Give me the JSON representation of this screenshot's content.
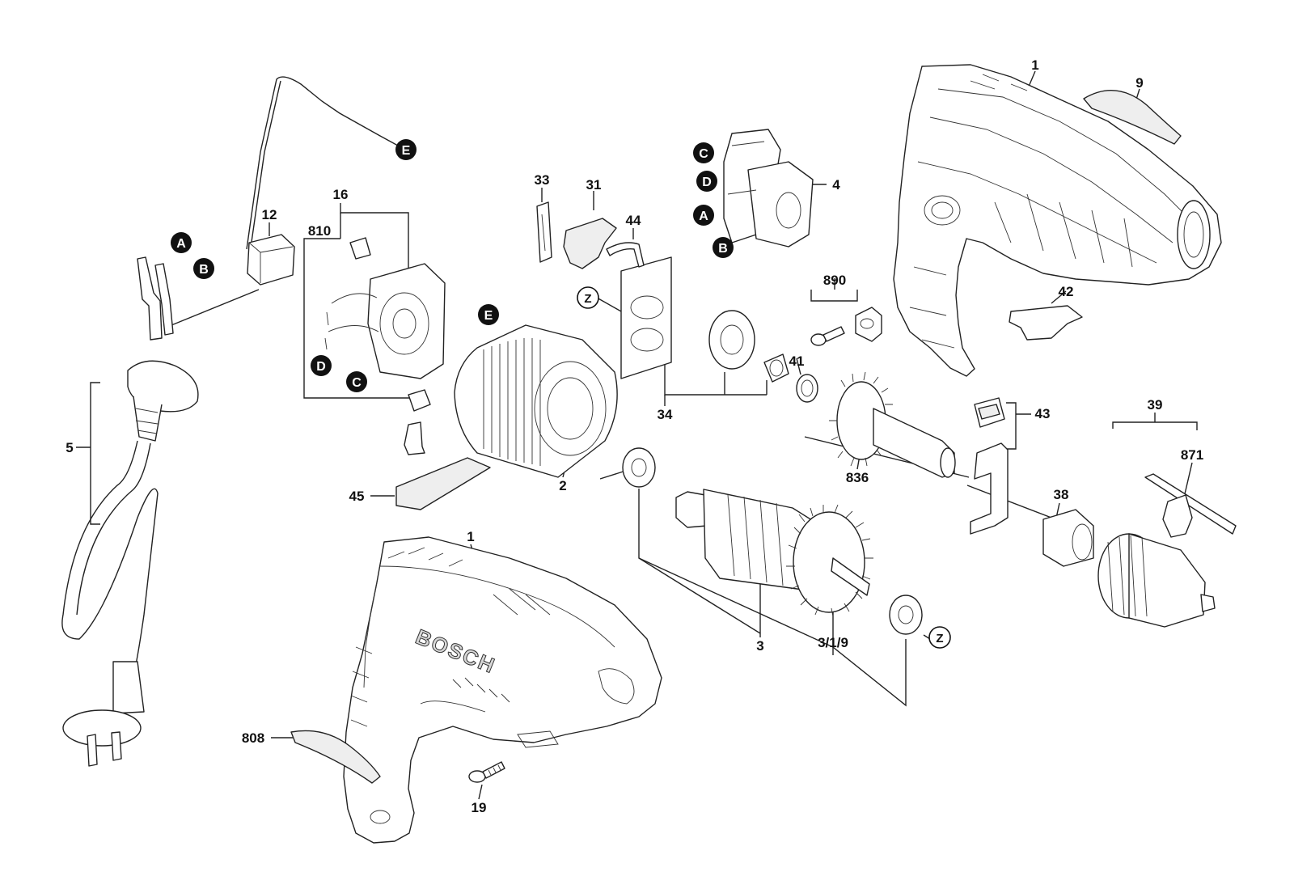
{
  "diagram": {
    "part_labels": {
      "p1_top": "1",
      "p9": "9",
      "p4": "4",
      "p890": "890",
      "p42": "42",
      "p41": "41",
      "p43": "43",
      "p39": "39",
      "p871": "871",
      "p836": "836",
      "p38": "38",
      "p33": "33",
      "p31": "31",
      "p44": "44",
      "p34": "34",
      "p16": "16",
      "p810": "810",
      "p12": "12",
      "p5": "5",
      "p2": "2",
      "p45": "45",
      "p1_bottom": "1",
      "p808": "808",
      "p19": "19",
      "p3": "3",
      "p319": "3/1/9"
    },
    "connectors": {
      "E_cable": "E",
      "E_stator": "E",
      "A_cord": "A",
      "B_cord": "B",
      "C_switch": "C",
      "D_switch": "D",
      "A_switch": "A",
      "B_switch": "B",
      "D_brush": "D",
      "C_brush": "C",
      "Z_plate": "Z",
      "Z_bearing": "Z"
    },
    "brand_mark": "BOSCH"
  }
}
